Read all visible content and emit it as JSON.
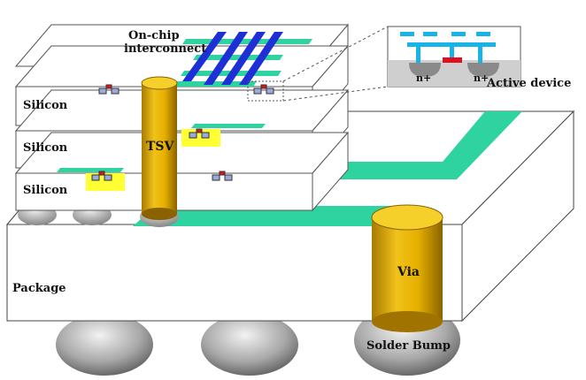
{
  "labels": {
    "onchip_line1": "On-chip",
    "onchip_line2": "interconnect",
    "silicon_top": "Silicon",
    "silicon_mid": "Silicon",
    "silicon_bot": "Silicon",
    "tsv": "TSV",
    "active_device": "Active device",
    "n_plus_left": "n+",
    "n_plus_right": "n+",
    "package": "Package",
    "via": "Via",
    "solder_bump": "Solder Bump"
  },
  "colors": {
    "tsv_gold": "#d9a400",
    "interconnect_blue": "#1f2fd6",
    "trace_green": "#2fd3a0",
    "inset_cyan": "#18b4e8",
    "gate_red": "#e01020",
    "highlight_yellow": "#ffff33",
    "bump_gray": "#9a9a9a"
  }
}
